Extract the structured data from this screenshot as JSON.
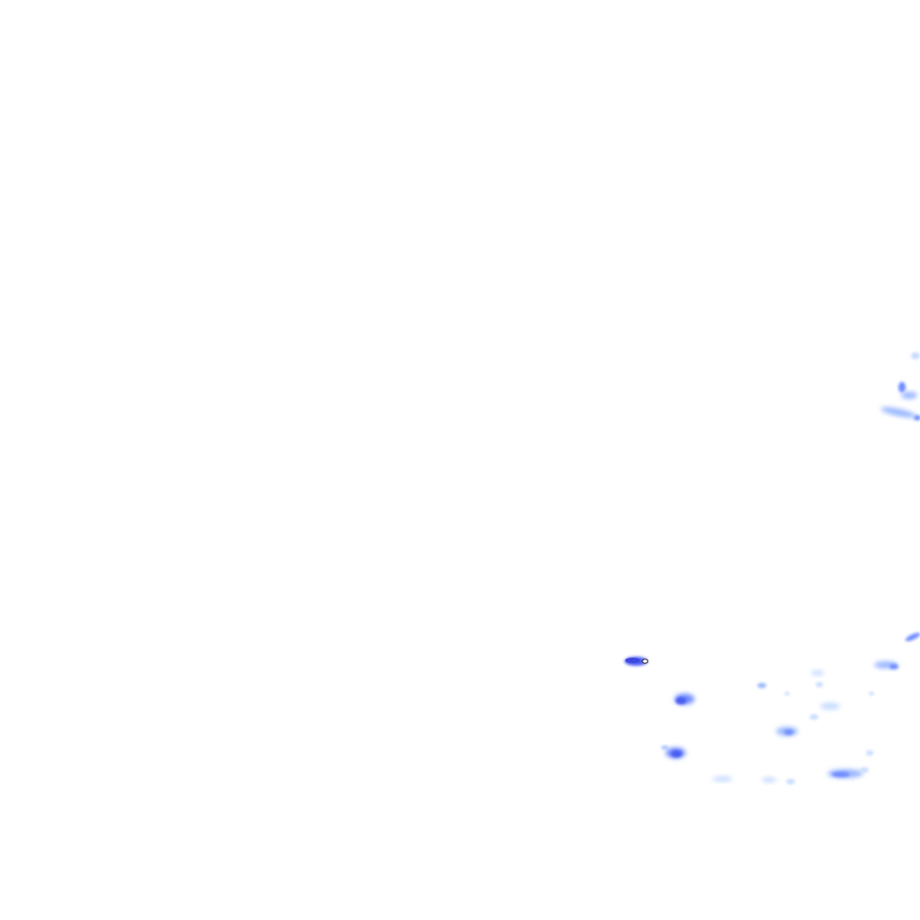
{
  "overlay": {
    "type": "precipitation-radar",
    "colors": {
      "background": "#ffffff",
      "very_light": "#c8dcff",
      "light": "#9ab8ff",
      "moderate": "#6f8cff",
      "heavy": "#4a5cf0",
      "intense_core": "#ffffff",
      "core_ring": "#2b2b2b"
    },
    "echo_levels": [
      "very_light",
      "light",
      "moderate",
      "heavy"
    ]
  }
}
